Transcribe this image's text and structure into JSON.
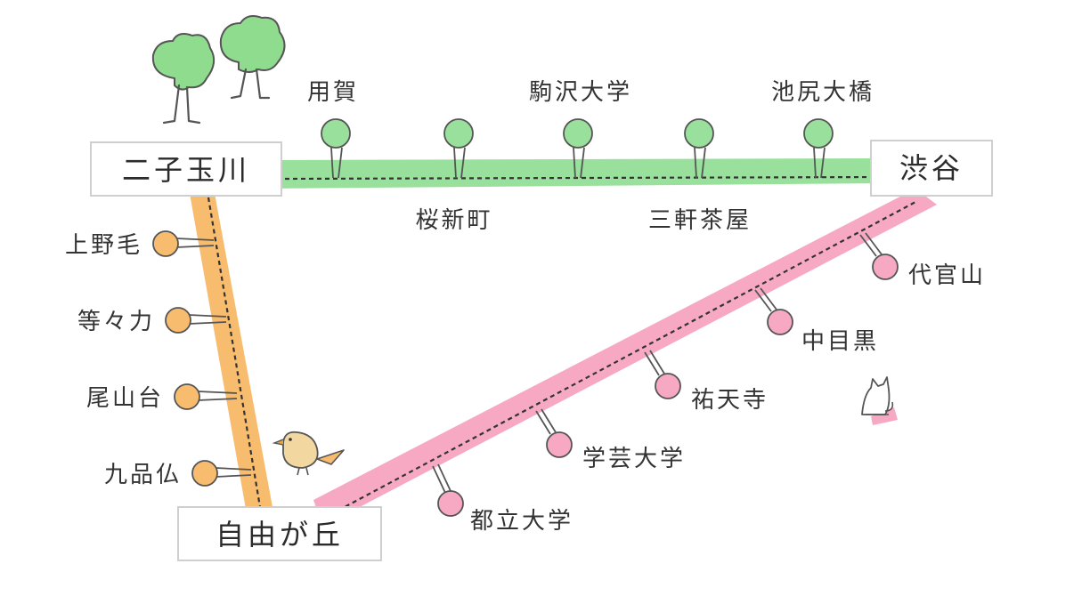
{
  "colors": {
    "den_en_toshi_line": "#98e09b",
    "oimachi_line": "#f8bc6e",
    "toyoko_line": "#f7a9c4",
    "tree_foliage": "#8fdc8e",
    "outline": "#555555"
  },
  "terminals": {
    "futako_tamagawa": "二子玉川",
    "shibuya": "渋谷",
    "jiyugaoka": "自由が丘"
  },
  "den_en_toshi_stations": {
    "youga": "用賀",
    "sakura_shinmachi": "桜新町",
    "komazawa_daigaku": "駒沢大学",
    "sangenjaya": "三軒茶屋",
    "ikejiri_ohashi": "池尻大橋"
  },
  "oimachi_stations": {
    "kaminoge": "上野毛",
    "todoroki": "等々力",
    "oyamadai": "尾山台",
    "kuhonbutsu": "九品仏"
  },
  "toyoko_stations": {
    "toritsu_daigaku": "都立大学",
    "gakugei_daigaku": "学芸大学",
    "yutenji": "祐天寺",
    "nakameguro": "中目黒",
    "daikanyama": "代官山"
  },
  "decorations": {
    "trees": "tree-icon",
    "bird": "bird-icon",
    "cat": "cat-icon"
  }
}
